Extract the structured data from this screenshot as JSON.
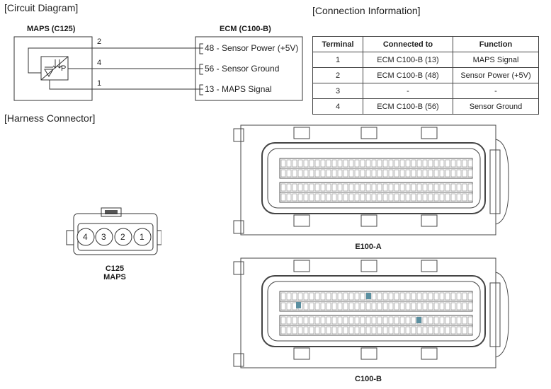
{
  "circuit": {
    "title": "[Circuit Diagram]",
    "sensor_label": "MAPS (C125)",
    "ecm_label": "ECM (C100-B)",
    "sensor_symbol_letter": "P",
    "wires": [
      {
        "sensor_pin": "2",
        "ecm_label": "48 - Sensor Power (+5V)"
      },
      {
        "sensor_pin": "4",
        "ecm_label": "56 - Sensor Ground"
      },
      {
        "sensor_pin": "1",
        "ecm_label": "13 - MAPS Signal"
      }
    ]
  },
  "connection": {
    "title": "[Connection Information]",
    "headers": [
      "Terminal",
      "Connected to",
      "Function"
    ],
    "rows": [
      [
        "1",
        "ECM C100-B (13)",
        "MAPS Signal"
      ],
      [
        "2",
        "ECM C100-B (48)",
        "Sensor Power (+5V)"
      ],
      [
        "3",
        "-",
        "-"
      ],
      [
        "4",
        "ECM C100-B (56)",
        "Sensor Ground"
      ]
    ]
  },
  "harness": {
    "title": "[Harness Connector]",
    "maps_connector": {
      "pins": [
        "4",
        "3",
        "2",
        "1"
      ],
      "caption_line1": "C125",
      "caption_line2": "MAPS"
    },
    "ecm_connector_a": {
      "caption": "E100-A"
    },
    "ecm_connector_b": {
      "caption": "C100-B"
    }
  }
}
